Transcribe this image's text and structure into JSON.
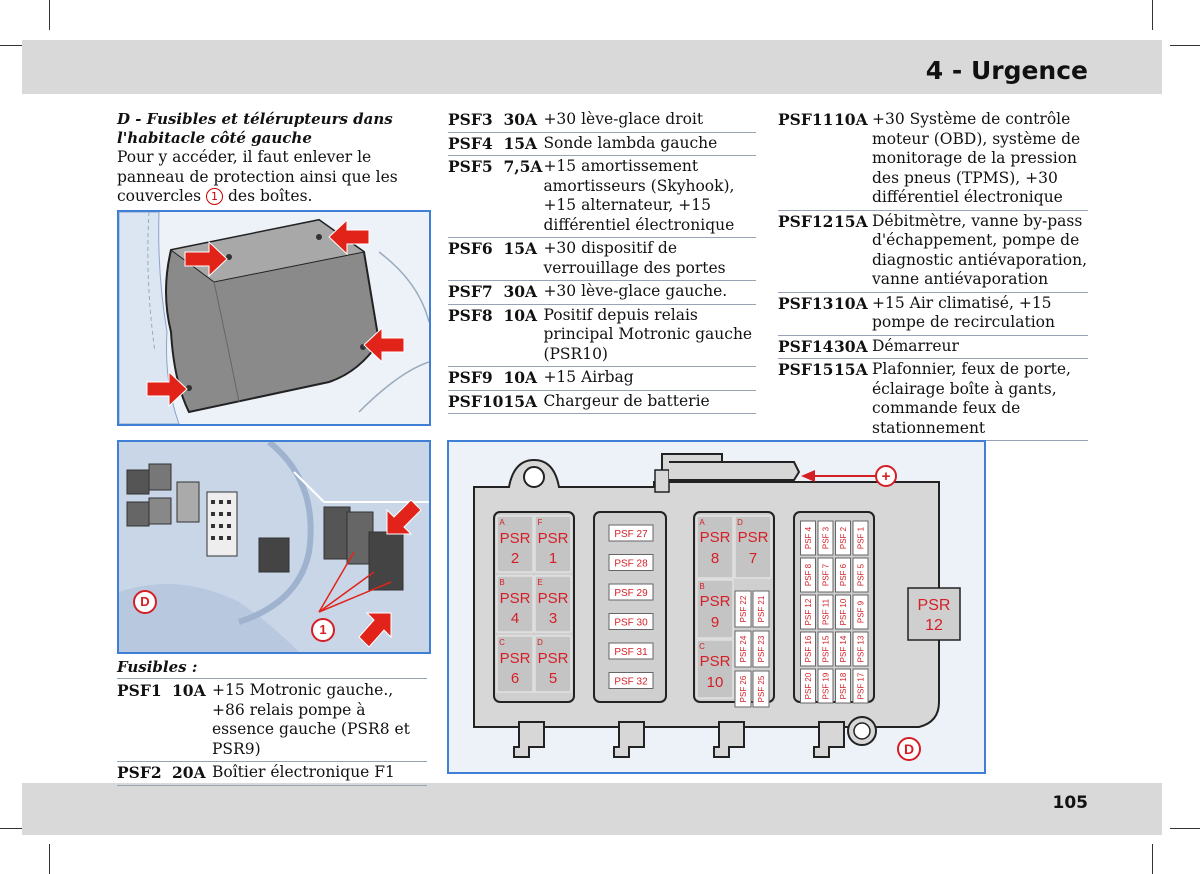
{
  "header": {
    "chapter": "4 - Urgence"
  },
  "footer": {
    "page_number": "105"
  },
  "section": {
    "title": "D - Fusibles et télérupteurs dans l'habitacle côté gauche",
    "intro_before": "Pour y accéder, il faut enlever le panneau de protection ainsi que les couvercles",
    "intro_marker": "1",
    "intro_after": "des boîtes."
  },
  "figure2": {
    "label_d": "D",
    "label_1": "1"
  },
  "fusibles": {
    "heading": "Fusibles :",
    "rows": [
      {
        "code": "PSF1",
        "amp": "10A",
        "desc": "+15 Motronic gauche., +86 relais pompe à essence gauche (PSR8 et PSR9)"
      },
      {
        "code": "PSF2",
        "amp": "20A",
        "desc": "Boîtier électronique F1"
      },
      {
        "code": "PSF3",
        "amp": "30A",
        "desc": "+30 lève-glace droit"
      },
      {
        "code": "PSF4",
        "amp": "15A",
        "desc": "Sonde lambda gauche"
      },
      {
        "code": "PSF5",
        "amp": "7,5A",
        "desc": "+15 amortissement amortisseurs (Skyhook), +15 alternateur, +15 différentiel électronique"
      },
      {
        "code": "PSF6",
        "amp": "15A",
        "desc": "+30 dispositif de verrouillage des portes"
      },
      {
        "code": "PSF7",
        "amp": "30A",
        "desc": "+30 lève-glace gauche."
      },
      {
        "code": "PSF8",
        "amp": "10A",
        "desc": "Positif depuis relais principal Motronic gauche (PSR10)"
      },
      {
        "code": "PSF9",
        "amp": "10A",
        "desc": "+15 Airbag"
      },
      {
        "code": "PSF10",
        "amp": "15A",
        "desc": "Chargeur de batterie"
      },
      {
        "code": "PSF11",
        "amp": "10A",
        "desc": "+30 Système de contrôle moteur (OBD), système de monitorage de la pression des pneus (TPMS), +30 différentiel électronique"
      },
      {
        "code": "PSF12",
        "amp": "15A",
        "desc": "Débitmètre, vanne by-pass d'échappement, pompe de diagnostic antiévaporation, vanne antiévaporation"
      },
      {
        "code": "PSF13",
        "amp": "10A",
        "desc": "+15 Air climatisé, +15 pompe de recirculation"
      },
      {
        "code": "PSF14",
        "amp": "30A",
        "desc": "Démarreur"
      },
      {
        "code": "PSF15",
        "amp": "15A",
        "desc": "Plafonnier, feux de porte, éclairage boîte à gants, commande feux de stationnement"
      }
    ]
  },
  "fusebox": {
    "plus": "+",
    "label_d": "D",
    "relays_left": [
      {
        "letter": "A",
        "name": "PSR",
        "num": "2"
      },
      {
        "letter": "F",
        "name": "PSR",
        "num": "1"
      },
      {
        "letter": "B",
        "name": "PSR",
        "num": "4"
      },
      {
        "letter": "E",
        "name": "PSR",
        "num": "3"
      },
      {
        "letter": "C",
        "name": "PSR",
        "num": "6"
      },
      {
        "letter": "D",
        "name": "PSR",
        "num": "5"
      }
    ],
    "psf_stack": [
      "PSF 27",
      "PSF 28",
      "PSF 29",
      "PSF 30",
      "PSF 31",
      "PSF 32"
    ],
    "relays_mid": [
      {
        "letter": "A",
        "name": "PSR",
        "num": "8"
      },
      {
        "letter": "D",
        "name": "PSR",
        "num": "7"
      },
      {
        "letter": "B",
        "name": "PSR",
        "num": "9"
      },
      {
        "letter": "C",
        "name": "PSR",
        "num": "10"
      }
    ],
    "small_fuses": [
      "PSF 22",
      "PSF 21",
      "PSF 24",
      "PSF 23",
      "PSF 26",
      "PSF 25"
    ],
    "grid_fuses": [
      [
        "PSF 4",
        "PSF 3",
        "PSF 2",
        "PSF 1"
      ],
      [
        "PSF 8",
        "PSF 7",
        "PSF 6",
        "PSF 5"
      ],
      [
        "PSF 12",
        "PSF 11",
        "PSF 10",
        "PSF 9"
      ],
      [
        "PSF 16",
        "PSF 15",
        "PSF 14",
        "PSF 13"
      ],
      [
        "PSF 20",
        "PSF 19",
        "PSF 18",
        "PSF 17"
      ]
    ],
    "external_relay": {
      "name": "PSR",
      "num": "12"
    }
  },
  "colors": {
    "accent_red": "#d41f26",
    "frame_blue": "#3f7fd6",
    "band_gray": "#d9d9d9"
  }
}
